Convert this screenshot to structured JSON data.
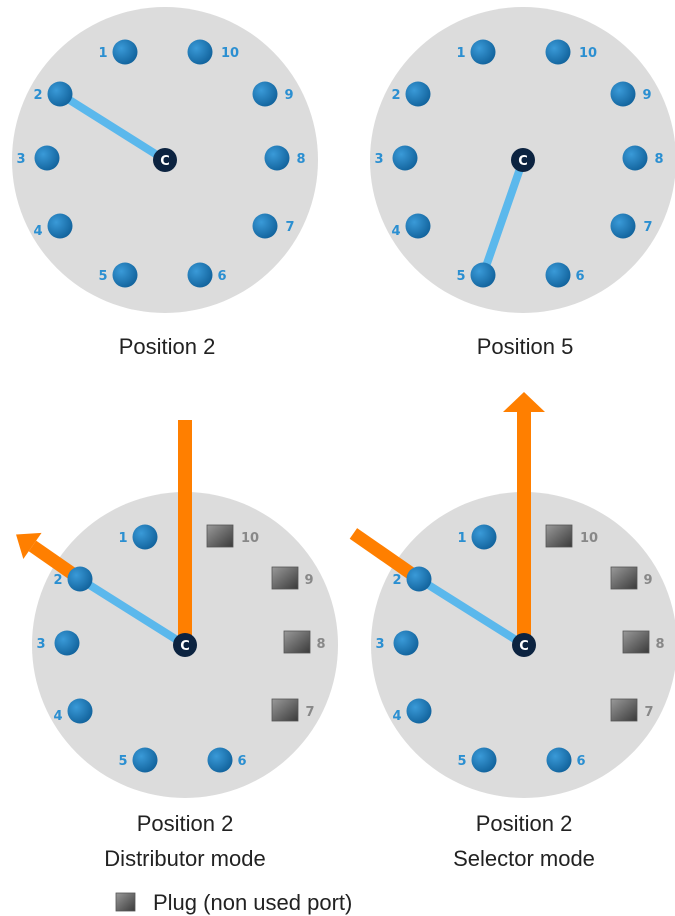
{
  "colors": {
    "dial": "#dcdcdc",
    "port": "#1f78b4",
    "port_label": "#2b8fd1",
    "plug_label": "#888888",
    "channel": "#5bb8ec",
    "arrow": "#ff7f00",
    "center": "#0c2340"
  },
  "center_label": "C",
  "diagrams": [
    {
      "caption_lines": [
        "Position 2"
      ],
      "ports": [
        {
          "label": "1",
          "type": "port"
        },
        {
          "label": "2",
          "type": "port"
        },
        {
          "label": "3",
          "type": "port"
        },
        {
          "label": "4",
          "type": "port"
        },
        {
          "label": "5",
          "type": "port"
        },
        {
          "label": "6",
          "type": "port"
        },
        {
          "label": "7",
          "type": "port"
        },
        {
          "label": "8",
          "type": "port"
        },
        {
          "label": "9",
          "type": "port"
        },
        {
          "label": "10",
          "type": "port"
        }
      ],
      "connected_port": "2",
      "mode": "none"
    },
    {
      "caption_lines": [
        "Position 5"
      ],
      "ports": [
        {
          "label": "1",
          "type": "port"
        },
        {
          "label": "2",
          "type": "port"
        },
        {
          "label": "3",
          "type": "port"
        },
        {
          "label": "4",
          "type": "port"
        },
        {
          "label": "5",
          "type": "port"
        },
        {
          "label": "6",
          "type": "port"
        },
        {
          "label": "7",
          "type": "port"
        },
        {
          "label": "8",
          "type": "port"
        },
        {
          "label": "9",
          "type": "port"
        },
        {
          "label": "10",
          "type": "port"
        }
      ],
      "connected_port": "5",
      "mode": "none"
    },
    {
      "caption_lines": [
        "Position 2",
        "Distributor mode"
      ],
      "ports": [
        {
          "label": "1",
          "type": "port"
        },
        {
          "label": "2",
          "type": "port"
        },
        {
          "label": "3",
          "type": "port"
        },
        {
          "label": "4",
          "type": "port"
        },
        {
          "label": "5",
          "type": "port"
        },
        {
          "label": "6",
          "type": "port"
        },
        {
          "label": "7",
          "type": "plug"
        },
        {
          "label": "8",
          "type": "plug"
        },
        {
          "label": "9",
          "type": "plug"
        },
        {
          "label": "10",
          "type": "plug"
        }
      ],
      "connected_port": "2",
      "mode": "distributor"
    },
    {
      "caption_lines": [
        "Position 2",
        "Selector mode"
      ],
      "ports": [
        {
          "label": "1",
          "type": "port"
        },
        {
          "label": "2",
          "type": "port"
        },
        {
          "label": "3",
          "type": "port"
        },
        {
          "label": "4",
          "type": "port"
        },
        {
          "label": "5",
          "type": "port"
        },
        {
          "label": "6",
          "type": "port"
        },
        {
          "label": "7",
          "type": "plug"
        },
        {
          "label": "8",
          "type": "plug"
        },
        {
          "label": "9",
          "type": "plug"
        },
        {
          "label": "10",
          "type": "plug"
        }
      ],
      "connected_port": "2",
      "mode": "selector"
    }
  ],
  "legend": {
    "label": "Plug (non used port)",
    "icon": "plug-square-icon"
  }
}
